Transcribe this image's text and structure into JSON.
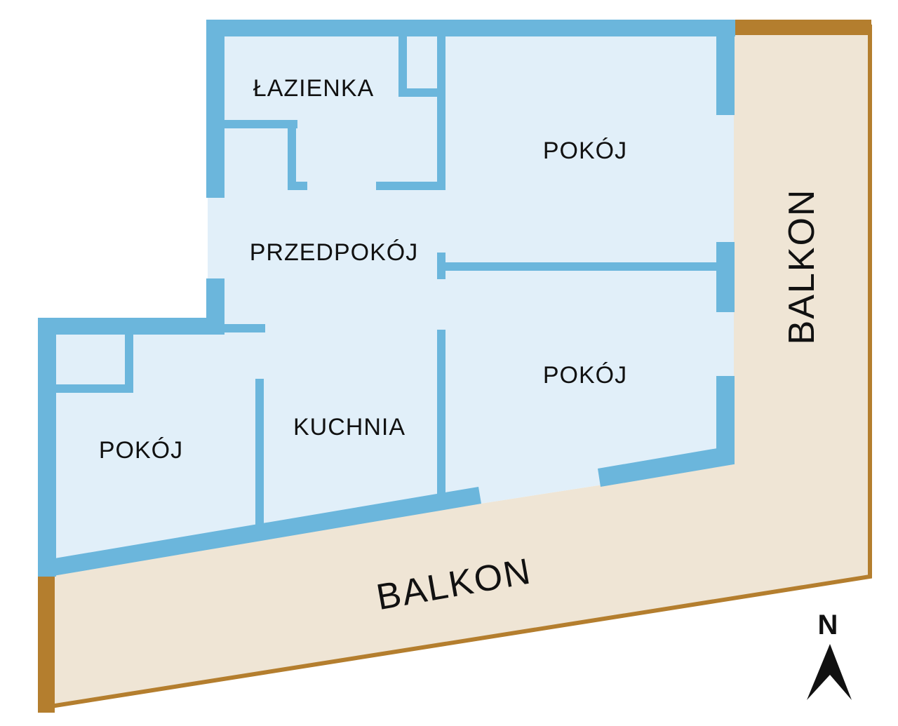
{
  "colors": {
    "interior_fill": "#e1eff9",
    "wall": "#6bb6dc",
    "balcony_fill": "#efe5d5",
    "balcony_edge": "#b47e2e",
    "text": "#111111"
  },
  "rooms": {
    "bathroom": "ŁAZIENKA",
    "room_north": "POKÓJ",
    "hallway": "PRZEDPOKÓJ",
    "room_east": "POKÓJ",
    "kitchen": "KUCHNIA",
    "room_west": "POKÓJ"
  },
  "balconies": {
    "east": "BALKON",
    "south": "BALKON"
  },
  "compass": {
    "letter": "N",
    "icon": "north-arrow-icon"
  }
}
